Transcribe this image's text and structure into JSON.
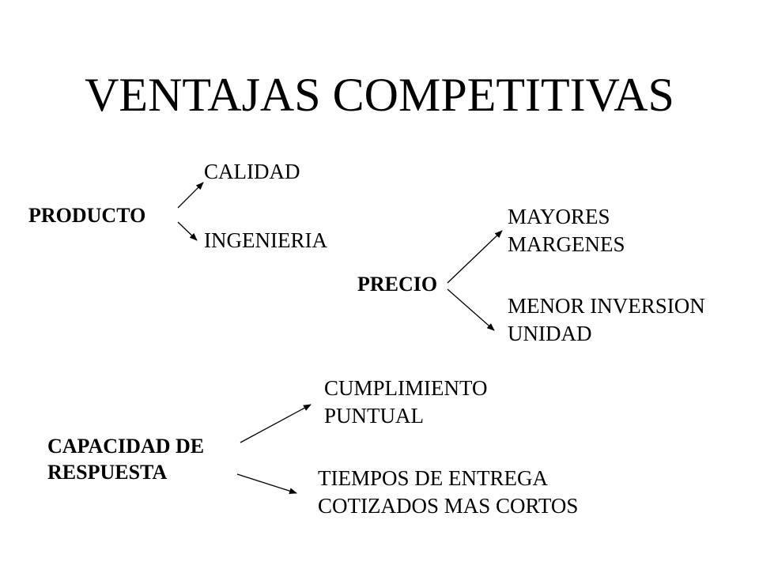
{
  "title": "VENTAJAS COMPETITIVAS",
  "producto": {
    "label": "PRODUCTO",
    "branches": [
      "CALIDAD",
      "INGENIERIA"
    ]
  },
  "precio": {
    "label": "PRECIO",
    "branches": [
      [
        "MAYORES",
        "MARGENES"
      ],
      [
        "MENOR INVERSION",
        "UNIDAD"
      ]
    ]
  },
  "capacidad": {
    "label": [
      "CAPACIDAD DE",
      "RESPUESTA"
    ],
    "branches": [
      [
        "CUMPLIMIENTO",
        "PUNTUAL"
      ],
      [
        "TIEMPOS DE ENTREGA",
        "COTIZADOS MAS CORTOS"
      ]
    ]
  }
}
